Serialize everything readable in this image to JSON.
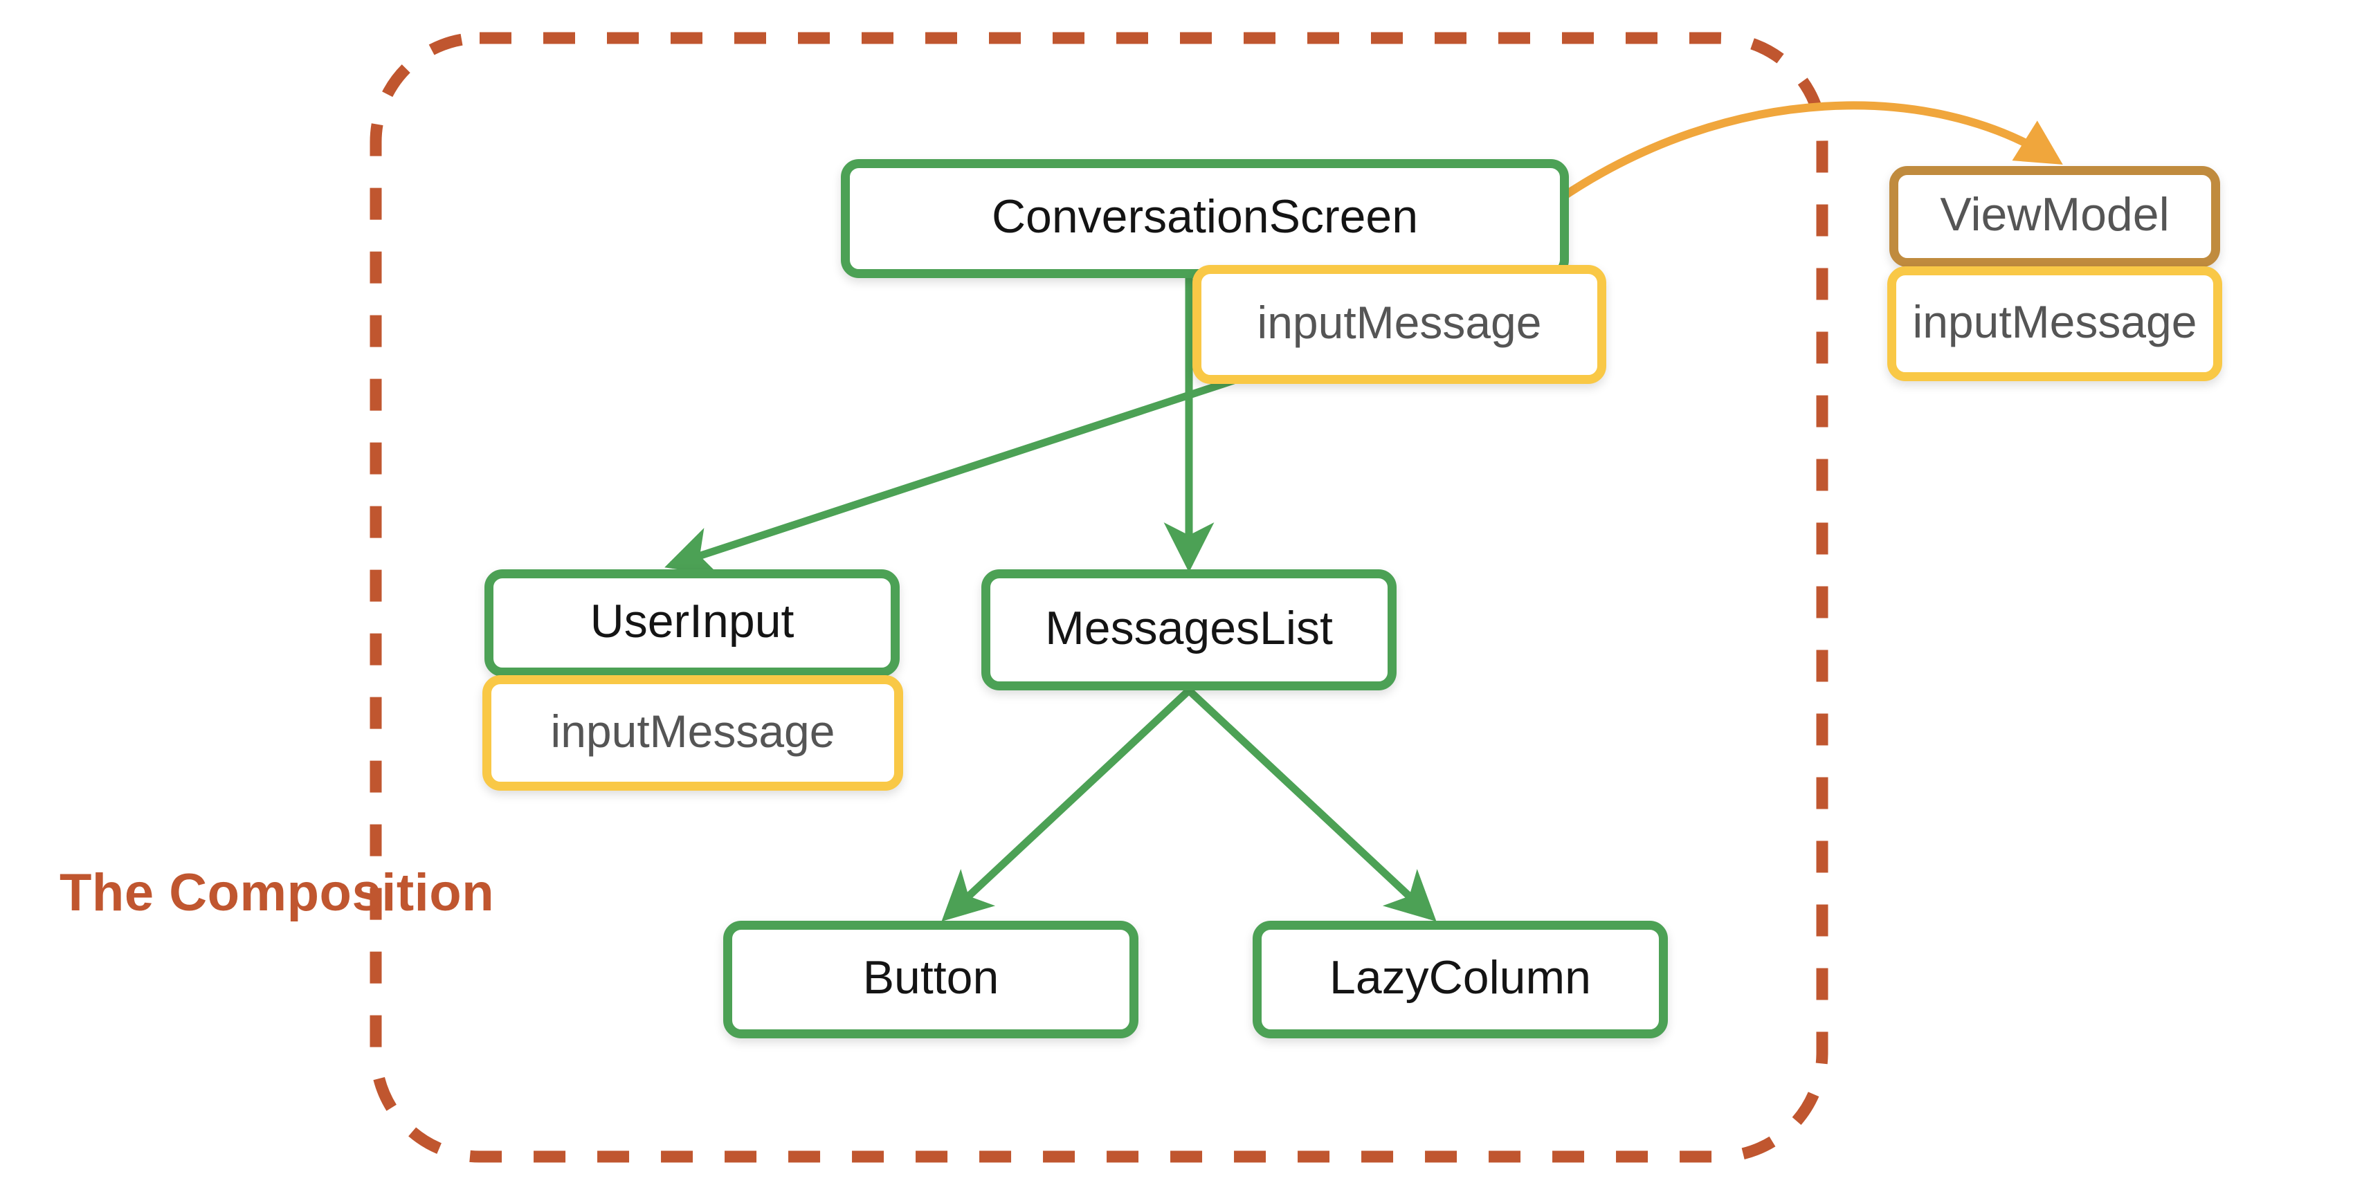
{
  "diagram": {
    "title": "The Composition",
    "boundary": {
      "label": "The Composition",
      "style": "dashed-rounded-rect",
      "color": "#C0562F"
    },
    "colors": {
      "composable_border": "#4CA155",
      "state_border": "#F9C846",
      "viewmodel_border": "#C08B3E",
      "state_arrow": "#F0A63C",
      "composition_arrow": "#4CA155",
      "boundary": "#C0562F",
      "node_fill": "#FFFFFF",
      "composable_text": "#141414",
      "state_text": "#555555"
    },
    "nodes": [
      {
        "id": "conversation-screen",
        "label": "ConversationScreen",
        "kind": "composable",
        "inside_composition": true
      },
      {
        "id": "conversation-state",
        "label": "inputMessage",
        "kind": "state",
        "inside_composition": true
      },
      {
        "id": "user-input",
        "label": "UserInput",
        "kind": "composable",
        "inside_composition": true
      },
      {
        "id": "user-input-state",
        "label": "inputMessage",
        "kind": "state",
        "inside_composition": true
      },
      {
        "id": "messages-list",
        "label": "MessagesList",
        "kind": "composable",
        "inside_composition": true
      },
      {
        "id": "button",
        "label": "Button",
        "kind": "composable",
        "inside_composition": true
      },
      {
        "id": "lazy-column",
        "label": "LazyColumn",
        "kind": "composable",
        "inside_composition": true
      },
      {
        "id": "viewmodel",
        "label": "ViewModel",
        "kind": "viewmodel",
        "inside_composition": false
      },
      {
        "id": "viewmodel-state",
        "label": "inputMessage",
        "kind": "state",
        "inside_composition": false
      }
    ],
    "edges": [
      {
        "from": "conversation-screen",
        "to": "user-input",
        "style": "straight",
        "color": "#4CA155"
      },
      {
        "from": "conversation-screen",
        "to": "messages-list",
        "style": "straight",
        "color": "#4CA155"
      },
      {
        "from": "messages-list",
        "to": "button",
        "style": "straight",
        "color": "#4CA155"
      },
      {
        "from": "messages-list",
        "to": "lazy-column",
        "style": "straight",
        "color": "#4CA155"
      },
      {
        "from": "conversation-screen",
        "to": "viewmodel",
        "style": "curved",
        "color": "#F0A63C"
      }
    ]
  }
}
